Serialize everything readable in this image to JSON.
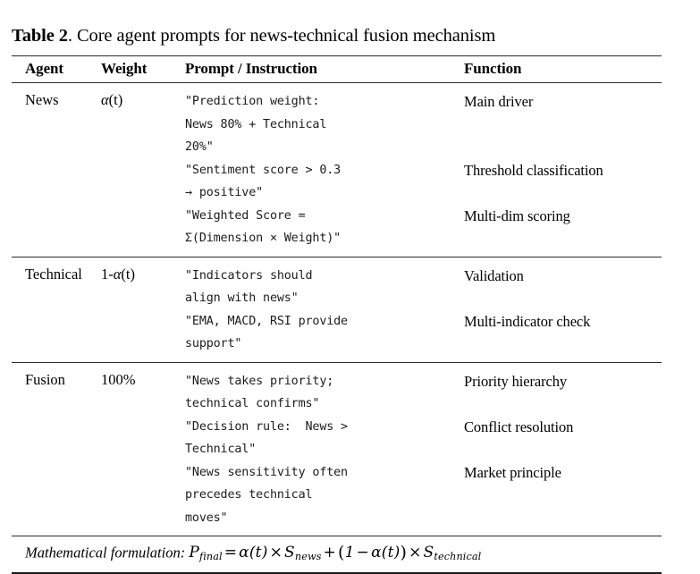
{
  "caption": {
    "label": "Table 2",
    "text": ". Core agent prompts for news-technical fusion mechanism"
  },
  "table": {
    "columns": [
      {
        "key": "agent",
        "header": "Agent"
      },
      {
        "key": "weight",
        "header": "Weight"
      },
      {
        "key": "prompt",
        "header": "Prompt / Instruction"
      },
      {
        "key": "function",
        "header": "Function"
      }
    ],
    "rows": [
      {
        "agent": "News",
        "weight_prefix": "",
        "weight_alpha": "α",
        "weight_suffix": "(t)",
        "weight_plain": "α(t)",
        "entries": [
          {
            "prompt": "\"Prediction weight:\nNews 80% + Technical\n20%\"",
            "function": "Main driver",
            "function_justify": false
          },
          {
            "prompt": "\"Sentiment score > 0.3\n→ positive\"",
            "function": "Threshold classification",
            "function_justify": true
          },
          {
            "prompt": "\"Weighted Score =\nΣ(Dimension × Weight)\"",
            "function": "Multi-dim scoring",
            "function_justify": false
          }
        ]
      },
      {
        "agent": "Technical",
        "weight_prefix": "1-",
        "weight_alpha": "α",
        "weight_suffix": "(t)",
        "weight_plain": "1-α(t)",
        "entries": [
          {
            "prompt": "\"Indicators should\nalign with news\"",
            "function": "Validation",
            "function_justify": false
          },
          {
            "prompt": "\"EMA, MACD, RSI provide\nsupport\"",
            "function": "Multi-indicator check",
            "function_justify": false
          }
        ]
      },
      {
        "agent": "Fusion",
        "weight_prefix": "100%",
        "weight_alpha": "",
        "weight_suffix": "",
        "weight_plain": "100%",
        "entries": [
          {
            "prompt": "\"News takes priority;\ntechnical confirms\"",
            "function": "Priority hierarchy",
            "function_justify": false
          },
          {
            "prompt": "\"Decision rule:  News >\nTechnical\"",
            "function": "Conflict resolution",
            "function_justify": false
          },
          {
            "prompt": "\"News sensitivity often\nprecedes technical\nmoves\"",
            "function": "Market principle",
            "function_justify": false
          }
        ]
      }
    ]
  },
  "footer": {
    "label": "Mathematical formulation",
    "colon": ":",
    "formula": {
      "lhs_var": "P",
      "lhs_sub": "final",
      "eq": "=",
      "t1_alpha": "α(t)",
      "t1_times": "×",
      "t1_var": "S",
      "t1_sub": "news",
      "plus": "+",
      "open": "(",
      "one": "1",
      "minus": "−",
      "t2_alpha": "α(t)",
      "close": ")",
      "t2_times": "×",
      "t2_var": "S",
      "t2_sub": "technical"
    },
    "formula_plain": "P_final = α(t) × S_news + (1 − α(t)) × S_technical"
  },
  "colors": {
    "page_background": "#ffffff",
    "text": "#000000",
    "rule_heavy": "#1a1a1a",
    "rule_light": "#2b2b2b",
    "mono_text": "#1c1c1c"
  }
}
